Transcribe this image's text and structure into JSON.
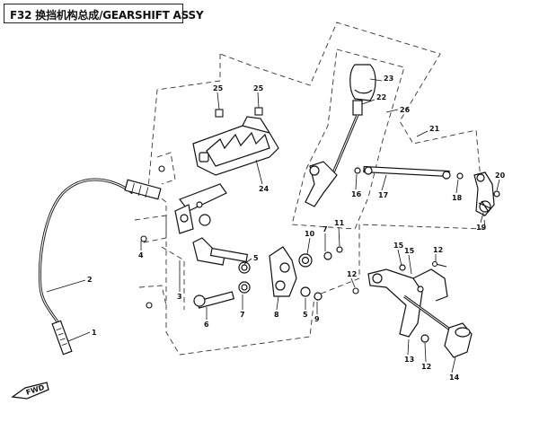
{
  "title": "F32 换挡机构总成/GEARSHIFT ASSY",
  "fwd_label": "FWD",
  "callouts": {
    "c1": "1",
    "c2": "2",
    "c3": "3",
    "c4": "4",
    "c5a": "5",
    "c5b": "5",
    "c6": "6",
    "c7a": "7",
    "c7b": "7",
    "c8": "8",
    "c9": "9",
    "c10": "10",
    "c11": "11",
    "c12a": "12",
    "c12b": "12",
    "c12c": "12",
    "c13": "13",
    "c14": "14",
    "c15a": "15",
    "c15b": "15",
    "c16": "16",
    "c17": "17",
    "c18": "18",
    "c19": "19",
    "c20": "20",
    "c21": "21",
    "c22": "22",
    "c23": "23",
    "c24": "24",
    "c25a": "25",
    "c25b": "25",
    "c26": "26"
  }
}
